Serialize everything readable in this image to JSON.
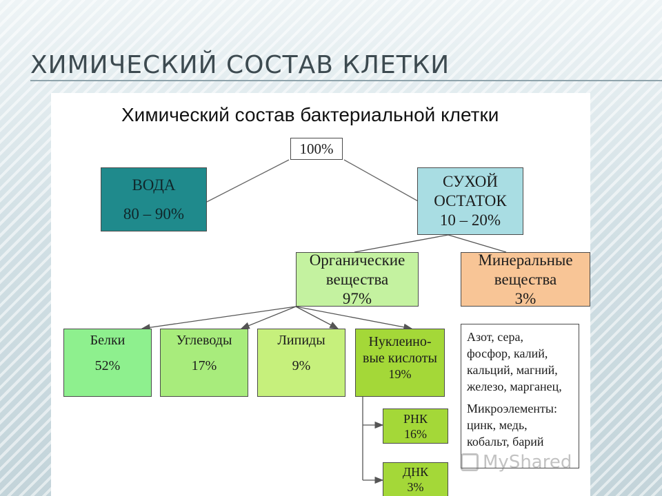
{
  "slide": {
    "title": "ХИМИЧЕСКИЙ СОСТАВ КЛЕТКИ"
  },
  "figure": {
    "title": "Химический состав бактериальной клетки"
  },
  "nodes": {
    "root": {
      "value": "100%",
      "color": "#ffffff"
    },
    "water": {
      "label": "ВОДА",
      "value": "80 – 90%",
      "color": "#1f8a8c"
    },
    "dry": {
      "label1": "СУХОЙ",
      "label2": "ОСТАТОК",
      "value": "10 – 20%",
      "color": "#a9dde3"
    },
    "organic": {
      "label1": "Органические",
      "label2": "вещества",
      "value": "97%",
      "color": "#c4f2a0"
    },
    "mineral": {
      "label1": "Минеральные",
      "label2": "вещества",
      "value": "3%",
      "color": "#f8c596"
    },
    "proteins": {
      "label": "Белки",
      "value": "52%",
      "color": "#8ef08e"
    },
    "carbs": {
      "label": "Углеводы",
      "value": "17%",
      "color": "#a8ec7c"
    },
    "lipids": {
      "label": "Липиды",
      "value": "9%",
      "color": "#c6f07c"
    },
    "nucleic": {
      "label1": "Нуклеино-",
      "label2": "вые кислоты",
      "value": "19%",
      "color": "#a4d838"
    },
    "rna": {
      "label": "РНК",
      "value": "16%",
      "color": "#a4d838"
    },
    "dna": {
      "label": "ДНК",
      "value": "3%",
      "color": "#a4d838"
    }
  },
  "mineral_info": {
    "line1": "Азот, сера,",
    "line2": "фосфор, калий,",
    "line3": "кальций, магний,",
    "line4": "железо, марганец,",
    "line5": "Микроэлементы:",
    "line6": "цинк, медь,",
    "line7": "кобальт, барий"
  },
  "watermark": {
    "text": "MyShared"
  }
}
